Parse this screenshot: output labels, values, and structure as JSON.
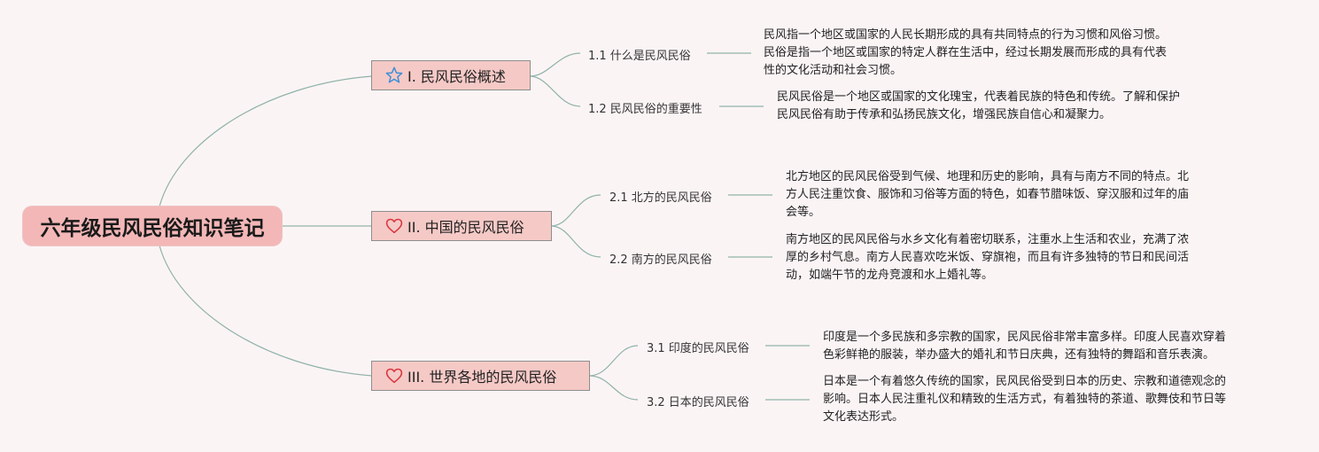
{
  "root": {
    "title": "六年级民风民俗知识笔记"
  },
  "branches": [
    {
      "label": "I. 民风民俗概述",
      "icon": "star-icon",
      "topics": [
        {
          "label": "1.1 什么是民风民俗",
          "lines": [
            "民风指一个地区或国家的人民长期形成的具有共同特点的行为习惯和风俗习惯。",
            "民俗是指一个地区或国家的特定人群在生活中，经过长期发展而形成的具有代表",
            "性的文化活动和社会习惯。"
          ]
        },
        {
          "label": "1.2 民风民俗的重要性",
          "lines": [
            "民风民俗是一个地区或国家的文化瑰宝，代表着民族的特色和传统。了解和保护",
            "民风民俗有助于传承和弘扬民族文化，增强民族自信心和凝聚力。"
          ]
        }
      ]
    },
    {
      "label": "II. 中国的民风民俗",
      "icon": "heart-icon",
      "topics": [
        {
          "label": "2.1 北方的民风民俗",
          "lines": [
            "北方地区的民风民俗受到气候、地理和历史的影响，具有与南方不同的特点。北",
            "方人民注重饮食、服饰和习俗等方面的特色，如春节腊味饭、穿汉服和过年的庙",
            "会等。"
          ]
        },
        {
          "label": "2.2 南方的民风民俗",
          "lines": [
            "南方地区的民风民俗与水乡文化有着密切联系，注重水上生活和农业，充满了浓",
            "厚的乡村气息。南方人民喜欢吃米饭、穿旗袍，而且有许多独特的节日和民间活",
            "动，如端午节的龙舟竞渡和水上婚礼等。"
          ]
        }
      ]
    },
    {
      "label": "III. 世界各地的民风民俗",
      "icon": "heart-icon",
      "topics": [
        {
          "label": "3.1 印度的民风民俗",
          "lines": [
            "印度是一个多民族和多宗教的国家，民风民俗非常丰富多样。印度人民喜欢穿着",
            "色彩鲜艳的服装，举办盛大的婚礼和节日庆典，还有独特的舞蹈和音乐表演。"
          ]
        },
        {
          "label": "3.2 日本的民风民俗",
          "lines": [
            "日本是一个有着悠久传统的国家，民风民俗受到日本的历史、宗教和道德观念的",
            "影响。日本人民注重礼仪和精致的生活方式，有着独特的茶道、歌舞伎和节日等",
            "文化表达形式。"
          ]
        }
      ]
    }
  ],
  "colors": {
    "line": "#8fb3a8",
    "root_fill": "#f3b7b7",
    "branch_fill": "#f5c9c6",
    "star": "#3b8ed6",
    "heart": "#d9363e"
  }
}
